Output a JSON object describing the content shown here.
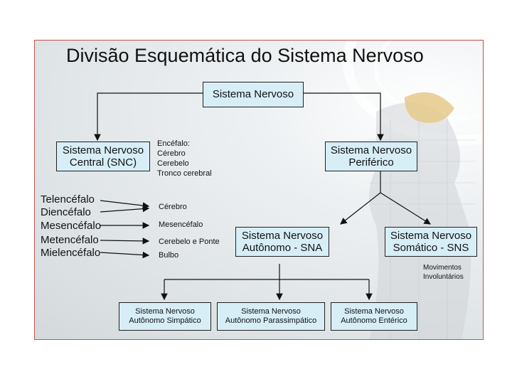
{
  "title": "Divisão Esquemática do Sistema Nervoso",
  "nodes": {
    "sn": "Sistema Nervoso",
    "snc": "Sistema Nervoso\nCentral (SNC)",
    "snp": "Sistema Nervoso\nPeriférico",
    "sna": "Sistema Nervoso\nAutônomo - SNA",
    "sns": "Sistema Nervoso\nSomático - SNS",
    "simp": "Sistema Nervoso\nAutônomo Simpático",
    "paras": "Sistema Nervoso\nAutônomo Parassimpático",
    "ent": "Sistema Nervoso\nAutônomo Entérico"
  },
  "encefalo": [
    "Encéfalo:",
    "Cérebro",
    "Cerebelo",
    "Tronco cerebral"
  ],
  "subdivisions": [
    {
      "name": "Telencéfalo",
      "target": "Cérebro"
    },
    {
      "name": "Diencéfalo",
      "target": ""
    },
    {
      "name": "Mesencéfalo",
      "target": "Mesencéfalo"
    },
    {
      "name": "Metencéfalo",
      "target": "Cerebelo e Ponte"
    },
    {
      "name": "Mielencéfalo",
      "target": "Bulbo"
    }
  ],
  "note": [
    "Movimentos",
    "Involuntários"
  ],
  "colors": {
    "box_fill": "#d7eef7",
    "border": "#c8504a",
    "line": "#111111"
  }
}
